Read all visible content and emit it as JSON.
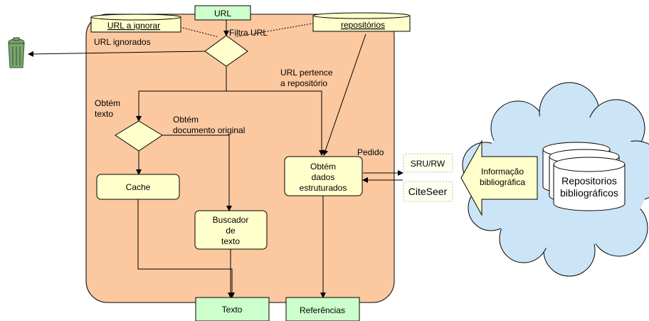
{
  "nodes": {
    "url": "URL",
    "url_ignorar": "URL a ignorar",
    "repositorios_db": "repositórios",
    "filtra_url": "Filtra URL",
    "url_ignorados": "URL ignorados",
    "url_pertence_1": "URL pertence",
    "url_pertence_2": "a repositório",
    "obtem_texto_1": "Obtém",
    "obtem_texto_2": "texto",
    "obtem_original_1": "Obtém",
    "obtem_original_2": "documento original",
    "cache": "Cache",
    "buscador_1": "Buscador",
    "buscador_2": "de",
    "buscador_3": "texto",
    "obtem_dados_1": "Obtém",
    "obtem_dados_2": "dados",
    "obtem_dados_3": "estruturados",
    "pedido": "Pedido",
    "sru_rw": "SRU/RW",
    "citeseer": "CiteSeer",
    "informacao_1": "Informação",
    "informacao_2": "bibliográfica",
    "repositorios_1": "Repositorios",
    "repositorios_2": "bibliográficos",
    "texto_out": "Texto",
    "referencias_out": "Referências"
  },
  "colors": {
    "process_area": "#fbc8a0",
    "box_fill": "#ffffcc",
    "output_fill": "#ccffcc",
    "cloud_fill": "#cce5f6",
    "sru_fill": "#fffff0"
  },
  "icons": [
    "trash-can-icon",
    "database-stack-icon"
  ]
}
